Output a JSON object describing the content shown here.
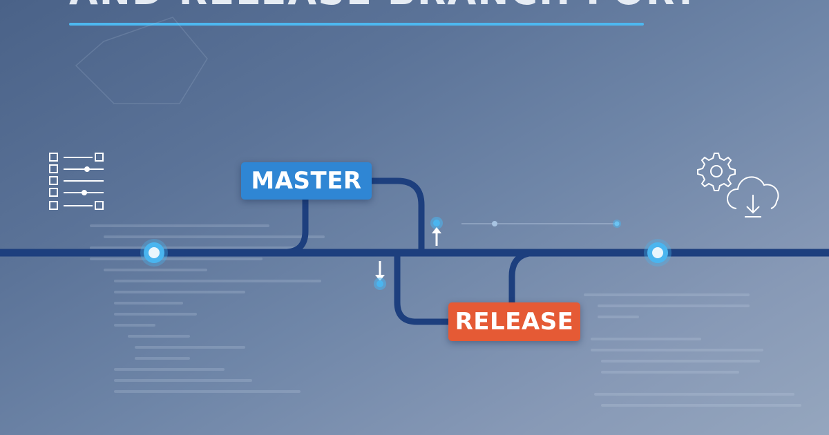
{
  "title": "AND RELEASE BRANCH FOR?",
  "branches": {
    "master_label": "MASTER",
    "release_label": "RELEASE"
  },
  "colors": {
    "master_badge": "#2f86d4",
    "release_badge": "#e55a35",
    "branch_line": "#1d3f7e",
    "node": "#4ab5ef",
    "underline": "#4db8f0"
  },
  "icons": [
    "settings-list-icon",
    "gear-icon",
    "cloud-download-icon",
    "arrow-up-icon",
    "arrow-down-icon"
  ]
}
